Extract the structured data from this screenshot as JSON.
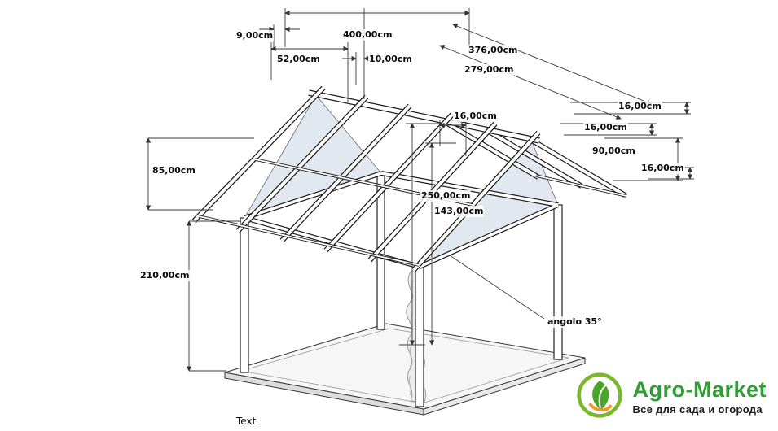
{
  "page": {
    "background": "#ffffff"
  },
  "labels": {
    "d9": "9,00cm",
    "d400": "400,00cm",
    "d52": "52,00cm",
    "d10": "10,00cm",
    "d376": "376,00cm",
    "d279": "279,00cm",
    "d16_mid": "16,00cm",
    "d16_a": "16,00cm",
    "d16_b": "16,00cm",
    "d90": "90,00cm",
    "d16_c": "16,00cm",
    "d85": "85,00cm",
    "d250": "250,00cm",
    "d143": "143,00cm",
    "d210": "210,00cm",
    "angle": "angolo 35°",
    "note": "Text"
  },
  "logo": {
    "brand": "Agro-Market",
    "tagline": "Все для сада и огорода",
    "brand_color": "#2f9e35",
    "ring_color": "#7cb82f",
    "leaf_color": "#4aa32a",
    "accent_color": "#f7941d"
  }
}
